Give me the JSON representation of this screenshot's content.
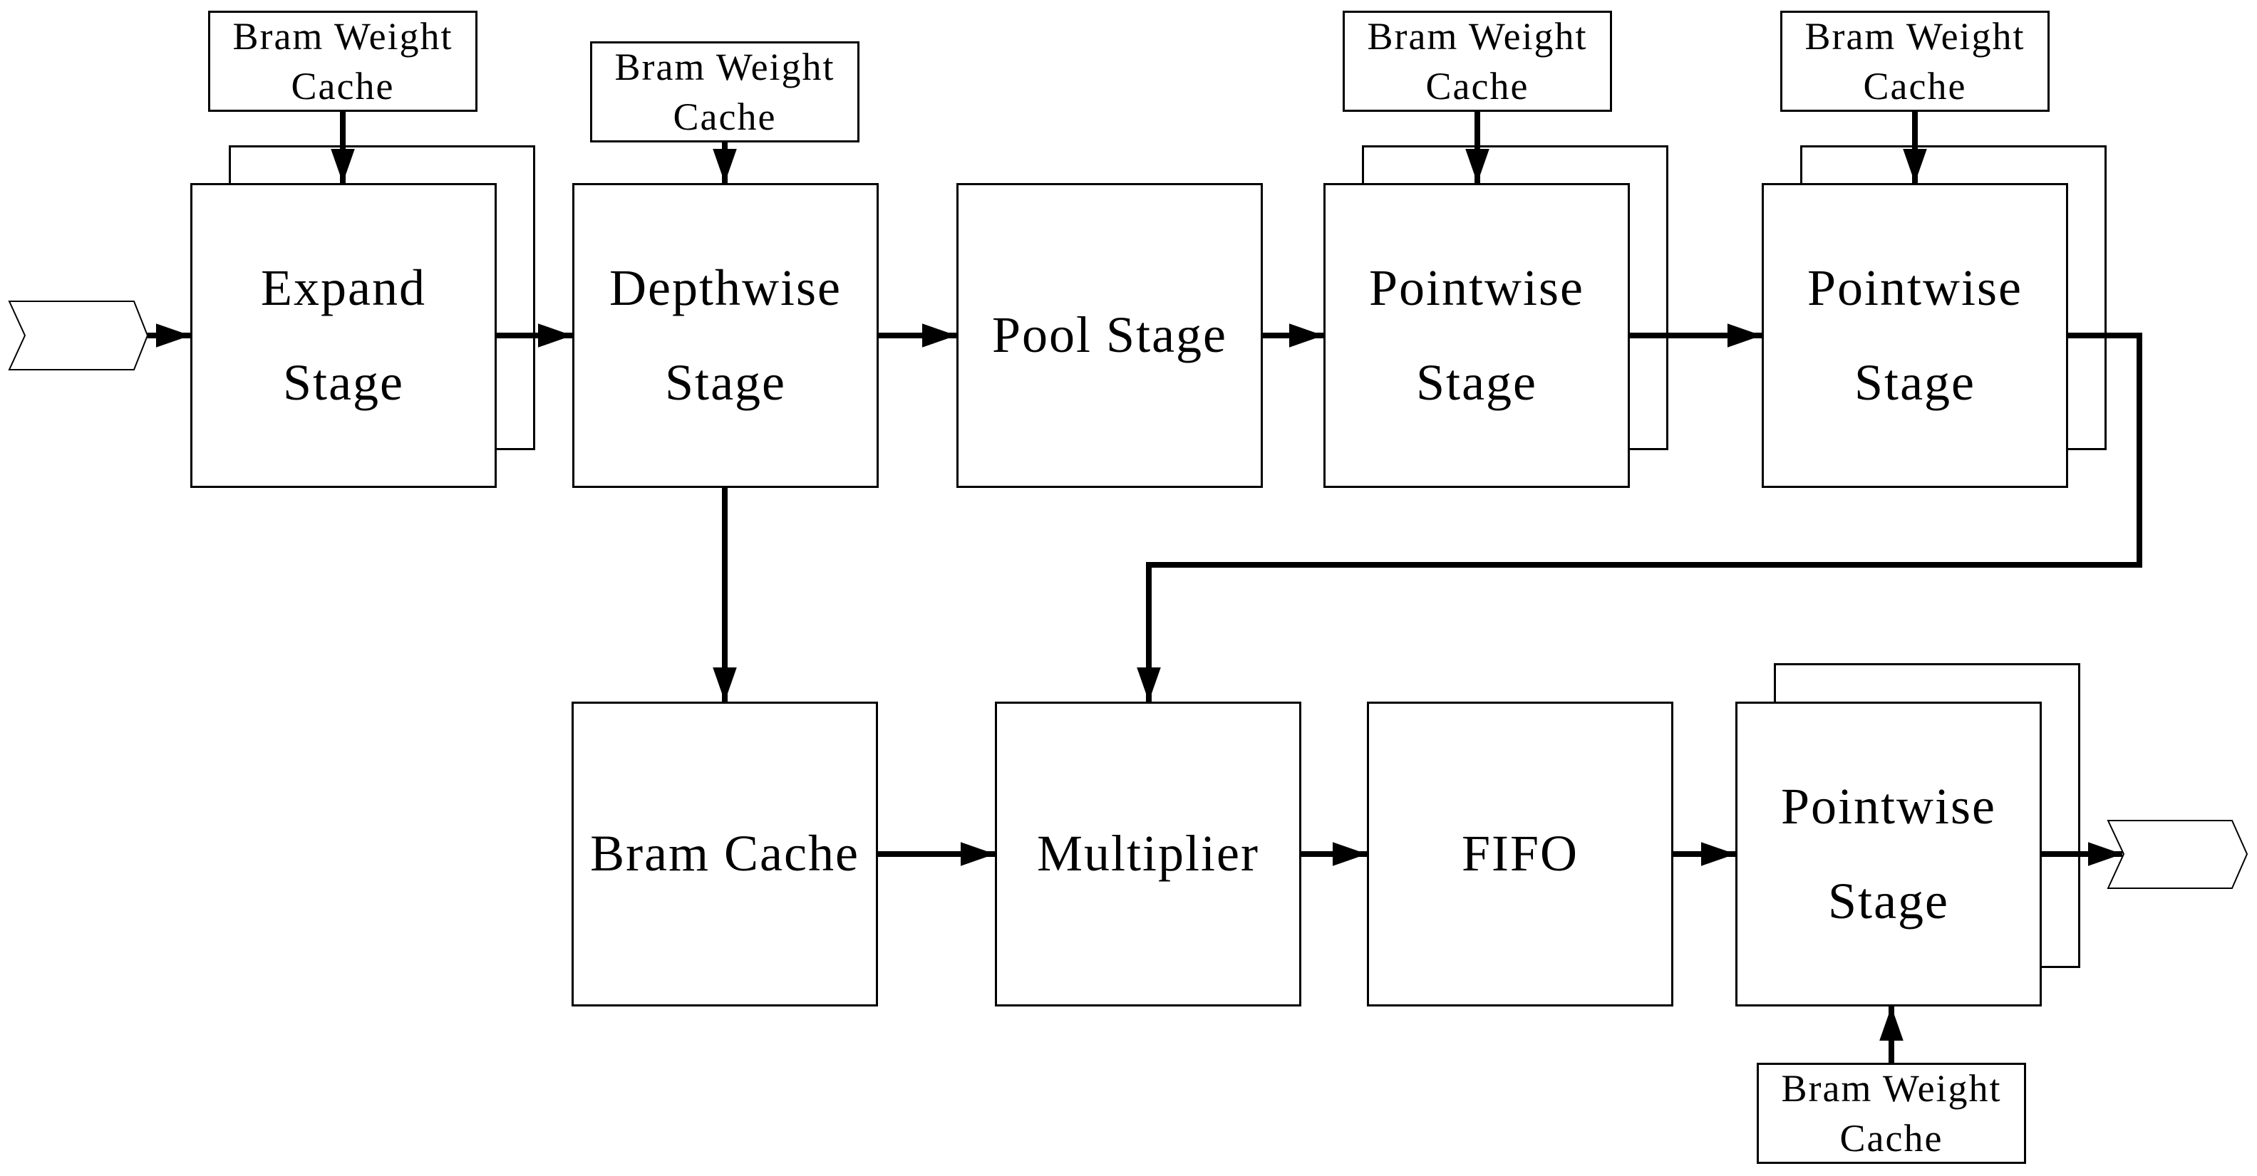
{
  "labels": {
    "bram_weight_cache": "Bram Weight\nCache",
    "expand_stage": "Expand\nStage",
    "depthwise_stage": "Depthwise\nStage",
    "pool_stage": "Pool Stage",
    "pointwise_stage": "Pointwise\nStage",
    "bram_cache": "Bram Cache",
    "multiplier": "Multiplier",
    "fifo": "FIFO"
  },
  "colors": {
    "stroke": "#000000",
    "background": "#ffffff"
  }
}
